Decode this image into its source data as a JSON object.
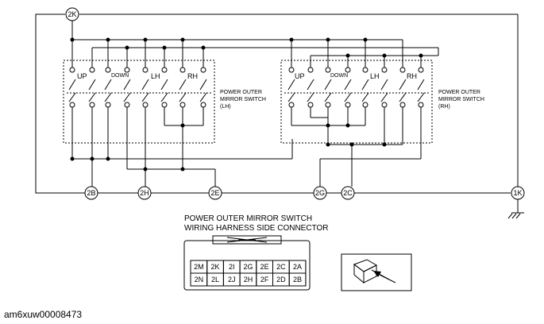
{
  "connectors": {
    "top": "2K",
    "bottom": [
      "2B",
      "2H",
      "2E",
      "2G",
      "2C",
      "1K"
    ]
  },
  "left_switch": {
    "labels": [
      "UP",
      "DOWN",
      "LH",
      "RH"
    ],
    "caption": [
      "POWER OUTER",
      "MIRROR SWITCH",
      "(LH)"
    ]
  },
  "right_switch": {
    "labels": [
      "UP",
      "DOWN",
      "LH",
      "RH"
    ],
    "caption": [
      "POWER OUTER",
      "MIRROR SWITCH",
      "(RH)"
    ]
  },
  "connector_title": [
    "POWER OUTER MIRROR SWITCH",
    "WIRING HARNESS SIDE CONNECTOR"
  ],
  "pin_rows": [
    [
      "2M",
      "2K",
      "2I",
      "2G",
      "2E",
      "2C",
      "2A"
    ],
    [
      "2N",
      "2L",
      "2J",
      "2H",
      "2F",
      "2D",
      "2B"
    ]
  ],
  "footer_id": "am6xuw00008473"
}
